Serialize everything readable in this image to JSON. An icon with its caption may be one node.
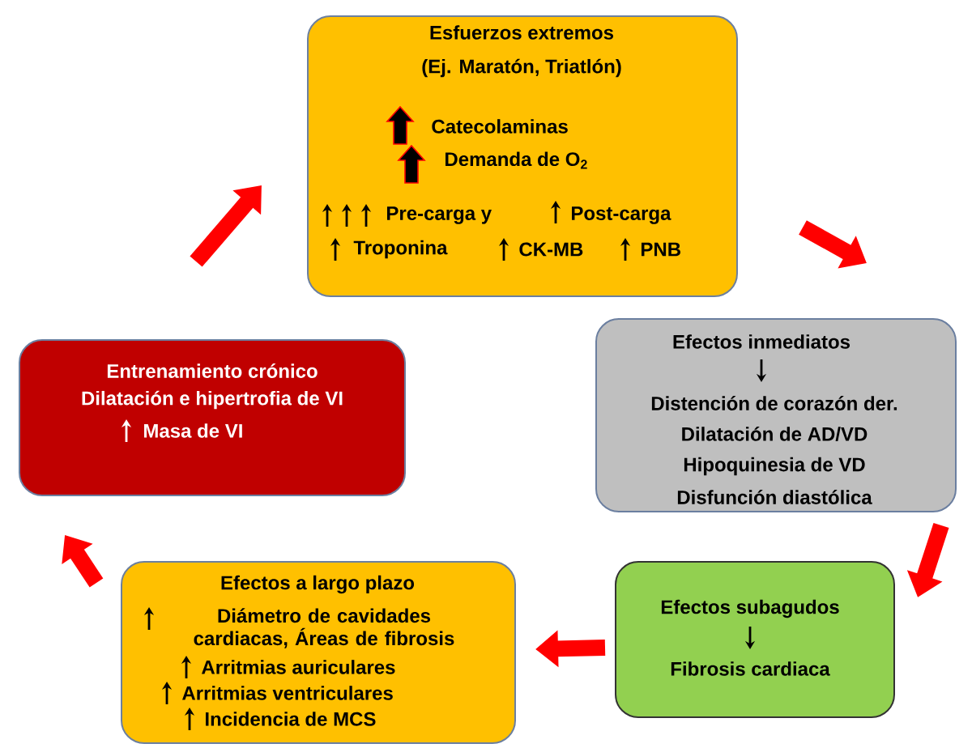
{
  "diagram": {
    "nodes": [
      {
        "text": [
          "Esfuerzos extremos",
          "(Ej. Maratón, Triatlón)",
          "Catecolaminas",
          "Demanda de O$_{2}$",
          "Pre-carga y",
          "Post-carga",
          "Troponina",
          "CK-MB",
          "PNB"
        ]
      },
      {
        "text": [
          "Efectos inmediatos",
          "Distención de corazón der.",
          "Dilatación de AD/VD",
          "Hipoquinesia de VD",
          "Disfunción diastólica"
        ]
      },
      {
        "text": [
          "Efectos subagudos",
          "Fibrosis cardiaca"
        ]
      },
      {
        "text": [
          "Efectos a largo plazo",
          "Diámetro de cavidades cardiacas, Áreas de fibrosis",
          "Arritmias auriculares",
          "Arritmias ventriculares",
          "Incidencia de MCS"
        ]
      },
      {
        "text": [
          "Entrenamiento crónico",
          "Dilatación e hipertrofia de VI",
          "Masa de VI"
        ]
      }
    ],
    "edges": [
      {
        "from": 0,
        "to": 1,
        "arrow": "to"
      },
      {
        "from": 1,
        "to": 2,
        "arrow": "to"
      },
      {
        "from": 2,
        "to": 3,
        "arrow": "to"
      },
      {
        "from": 3,
        "to": 4,
        "arrow": "to"
      },
      {
        "from": 4,
        "to": 0,
        "arrow": "to"
      }
    ]
  }
}
